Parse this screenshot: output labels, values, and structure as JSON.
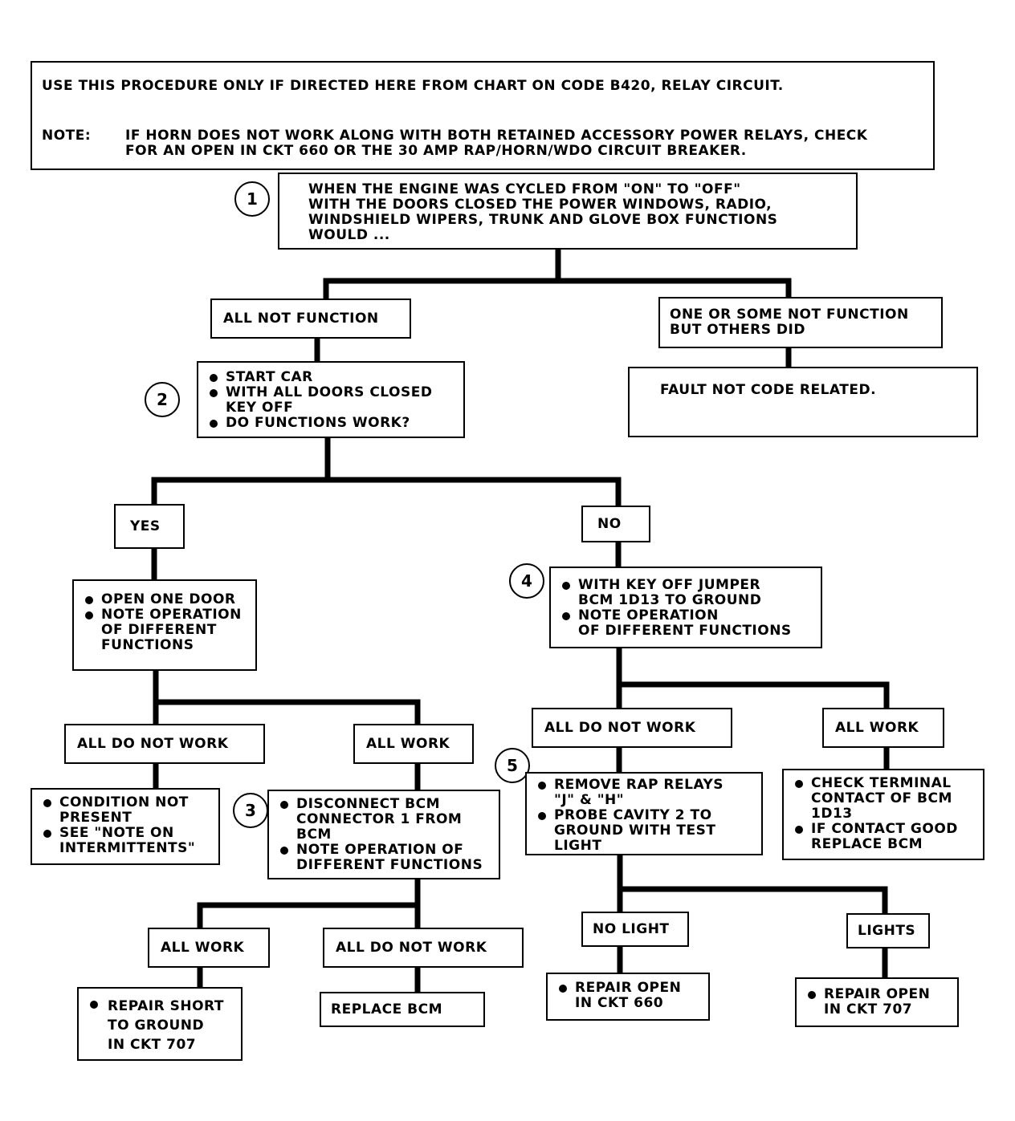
{
  "header": {
    "procedure": "USE THIS PROCEDURE ONLY IF DIRECTED HERE FROM CHART ON CODE B420, RELAY CIRCUIT.",
    "note_label": "NOTE:",
    "note_line1": "IF HORN DOES NOT WORK ALONG WITH BOTH RETAINED ACCESSORY POWER RELAYS, CHECK",
    "note_line2": "FOR AN OPEN IN CKT 660 OR THE 30 AMP RAP/HORN/WDO CIRCUIT BREAKER."
  },
  "steps": {
    "s1": "1",
    "s2": "2",
    "s3": "3",
    "s4": "4",
    "s5": "5"
  },
  "q1": {
    "l1": "WHEN THE ENGINE WAS CYCLED FROM \"ON\" TO \"OFF\"",
    "l2": "WITH THE DOORS CLOSED THE POWER WINDOWS, RADIO,",
    "l3": "WINDSHIELD WIPERS, TRUNK AND GLOVE BOX FUNCTIONS",
    "l4": "WOULD ..."
  },
  "all_not_function": "ALL NOT FUNCTION",
  "some_not_function": {
    "l1": "ONE OR SOME NOT FUNCTION",
    "l2": "BUT OTHERS DID"
  },
  "fault_not_code": "FAULT NOT CODE RELATED.",
  "q2": {
    "b1": "START CAR",
    "b2a": "WITH ALL DOORS CLOSED",
    "b2b": "KEY OFF",
    "b3": "DO FUNCTIONS WORK?"
  },
  "yes": "YES",
  "no": "NO",
  "open_door": {
    "b1": "OPEN ONE DOOR",
    "b2a": "NOTE OPERATION",
    "b2b": "OF DIFFERENT",
    "b2c": "FUNCTIONS"
  },
  "q4": {
    "b1a": "WITH KEY OFF JUMPER",
    "b1b": "BCM 1D13 TO GROUND",
    "b2a": "NOTE OPERATION",
    "b2b": "OF DIFFERENT FUNCTIONS"
  },
  "left_all_do_not_work": "ALL DO NOT WORK",
  "left_all_work": "ALL WORK",
  "right_all_do_not_work": "ALL DO NOT WORK",
  "right_all_work": "ALL WORK",
  "condition": {
    "b1a": "CONDITION NOT",
    "b1b": "PRESENT",
    "b2a": "SEE \"NOTE ON",
    "b2b": "INTERMITTENTS\""
  },
  "q3": {
    "b1a": "DISCONNECT BCM",
    "b1b": "CONNECTOR 1 FROM",
    "b1c": "BCM",
    "b2a": "NOTE OPERATION OF",
    "b2b": "DIFFERENT FUNCTIONS"
  },
  "q5": {
    "b1a": "REMOVE RAP RELAYS",
    "b1b": "\"J\" & \"H\"",
    "b2a": "PROBE CAVITY 2 TO",
    "b2b": "GROUND WITH TEST",
    "b2c": "LIGHT"
  },
  "check_terminal": {
    "b1a": "CHECK TERMINAL",
    "b1b": "CONTACT OF BCM",
    "b1c": "1D13",
    "b2a": "IF CONTACT GOOD",
    "b2b": "REPLACE BCM"
  },
  "bottom_all_work": "ALL WORK",
  "bottom_all_do_not_work": "ALL DO NOT WORK",
  "no_light": "NO LIGHT",
  "lights": "LIGHTS",
  "repair_short": {
    "l1": "REPAIR SHORT",
    "l2": "TO GROUND",
    "l3": "IN CKT 707"
  },
  "replace_bcm": "REPLACE BCM",
  "repair_660": {
    "l1": "REPAIR OPEN",
    "l2": "IN CKT 660"
  },
  "repair_707": {
    "l1": "REPAIR OPEN",
    "l2": "IN CKT 707"
  }
}
